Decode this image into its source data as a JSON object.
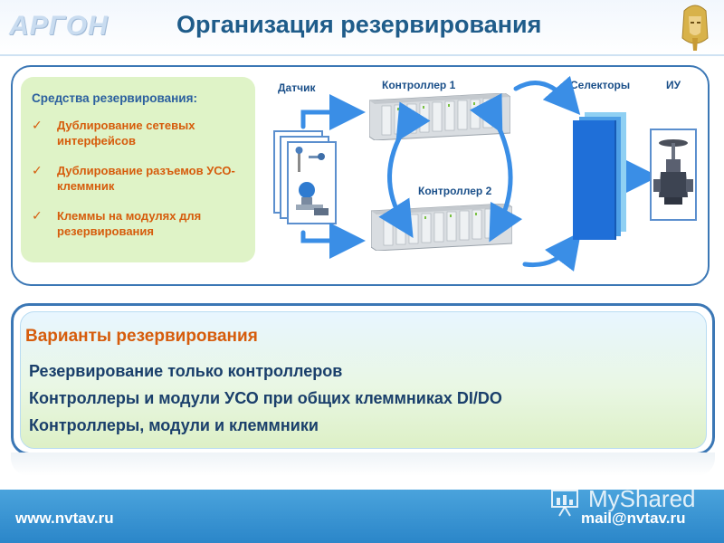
{
  "header": {
    "logo_text": "АРГОН",
    "title": "Организация резервирования"
  },
  "redundancy_means": {
    "heading": "Средства резервирования:",
    "items": [
      "Дублирование сетевых интерфейсов",
      "Дублирование разъемов УСО-клеммник",
      "Клеммы на модулях для резервирования"
    ]
  },
  "diagram": {
    "labels": {
      "sensor": "Датчик",
      "controller1": "Контроллер 1",
      "controller2": "Контроллер 2",
      "selectors": "Селекторы",
      "actuator": "ИУ"
    },
    "colors": {
      "arrow": "#3a8ee6",
      "selector": "#1f6fd8",
      "frame": "#3b77b5"
    }
  },
  "variants": {
    "heading": "Варианты резервирования",
    "items": [
      "Резервирование только контроллеров",
      "Контроллеры и модули УСО при общих клеммниках DI/DO",
      "Контроллеры, модули и клеммники"
    ]
  },
  "footer": {
    "website": "www.nvtav.ru",
    "email": "mail@nvtav.ru",
    "watermark": "MyShared"
  }
}
